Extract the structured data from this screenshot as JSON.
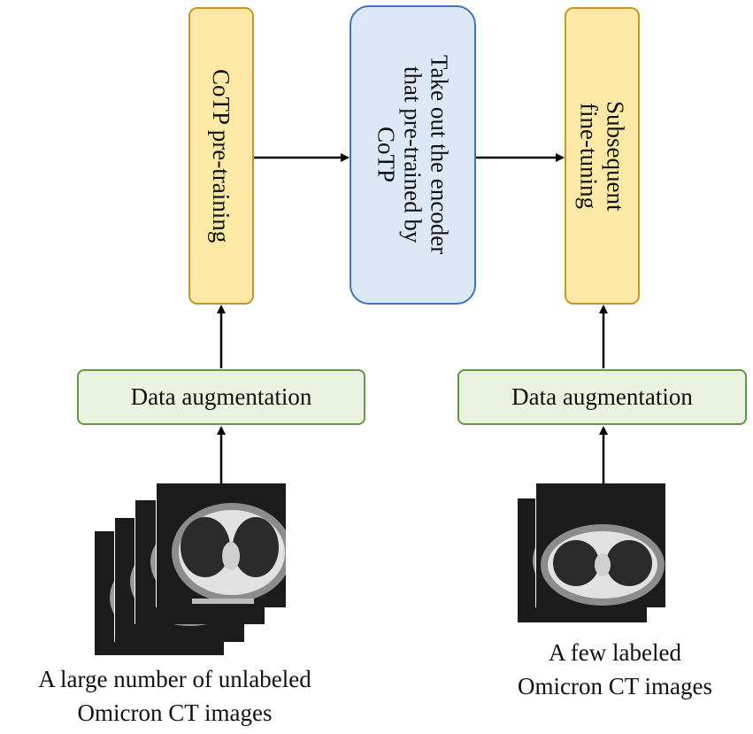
{
  "left_column": {
    "process_box": "CoTP  pre-training",
    "augmentation_box": "Data augmentation",
    "caption_line1": "A large  number  of unlabeled",
    "caption_line2": "Omicron  CT images"
  },
  "middle_column": {
    "encoder_box": "Take out the encoder\nthat pre-trained  by\nCoTP"
  },
  "right_column": {
    "process_box": "Subsequent\nfine-tuning",
    "augmentation_box": "Data augmentation",
    "caption_line1": "A few labeled",
    "caption_line2": "Omicron  CT images"
  },
  "colors": {
    "process_fill": "#fde9a6",
    "process_border": "#c8962c",
    "encoder_fill": "#dce8f6",
    "encoder_border": "#3d77b8",
    "augmentation_fill": "#eaf3e0",
    "augmentation_border": "#5f9a43"
  }
}
